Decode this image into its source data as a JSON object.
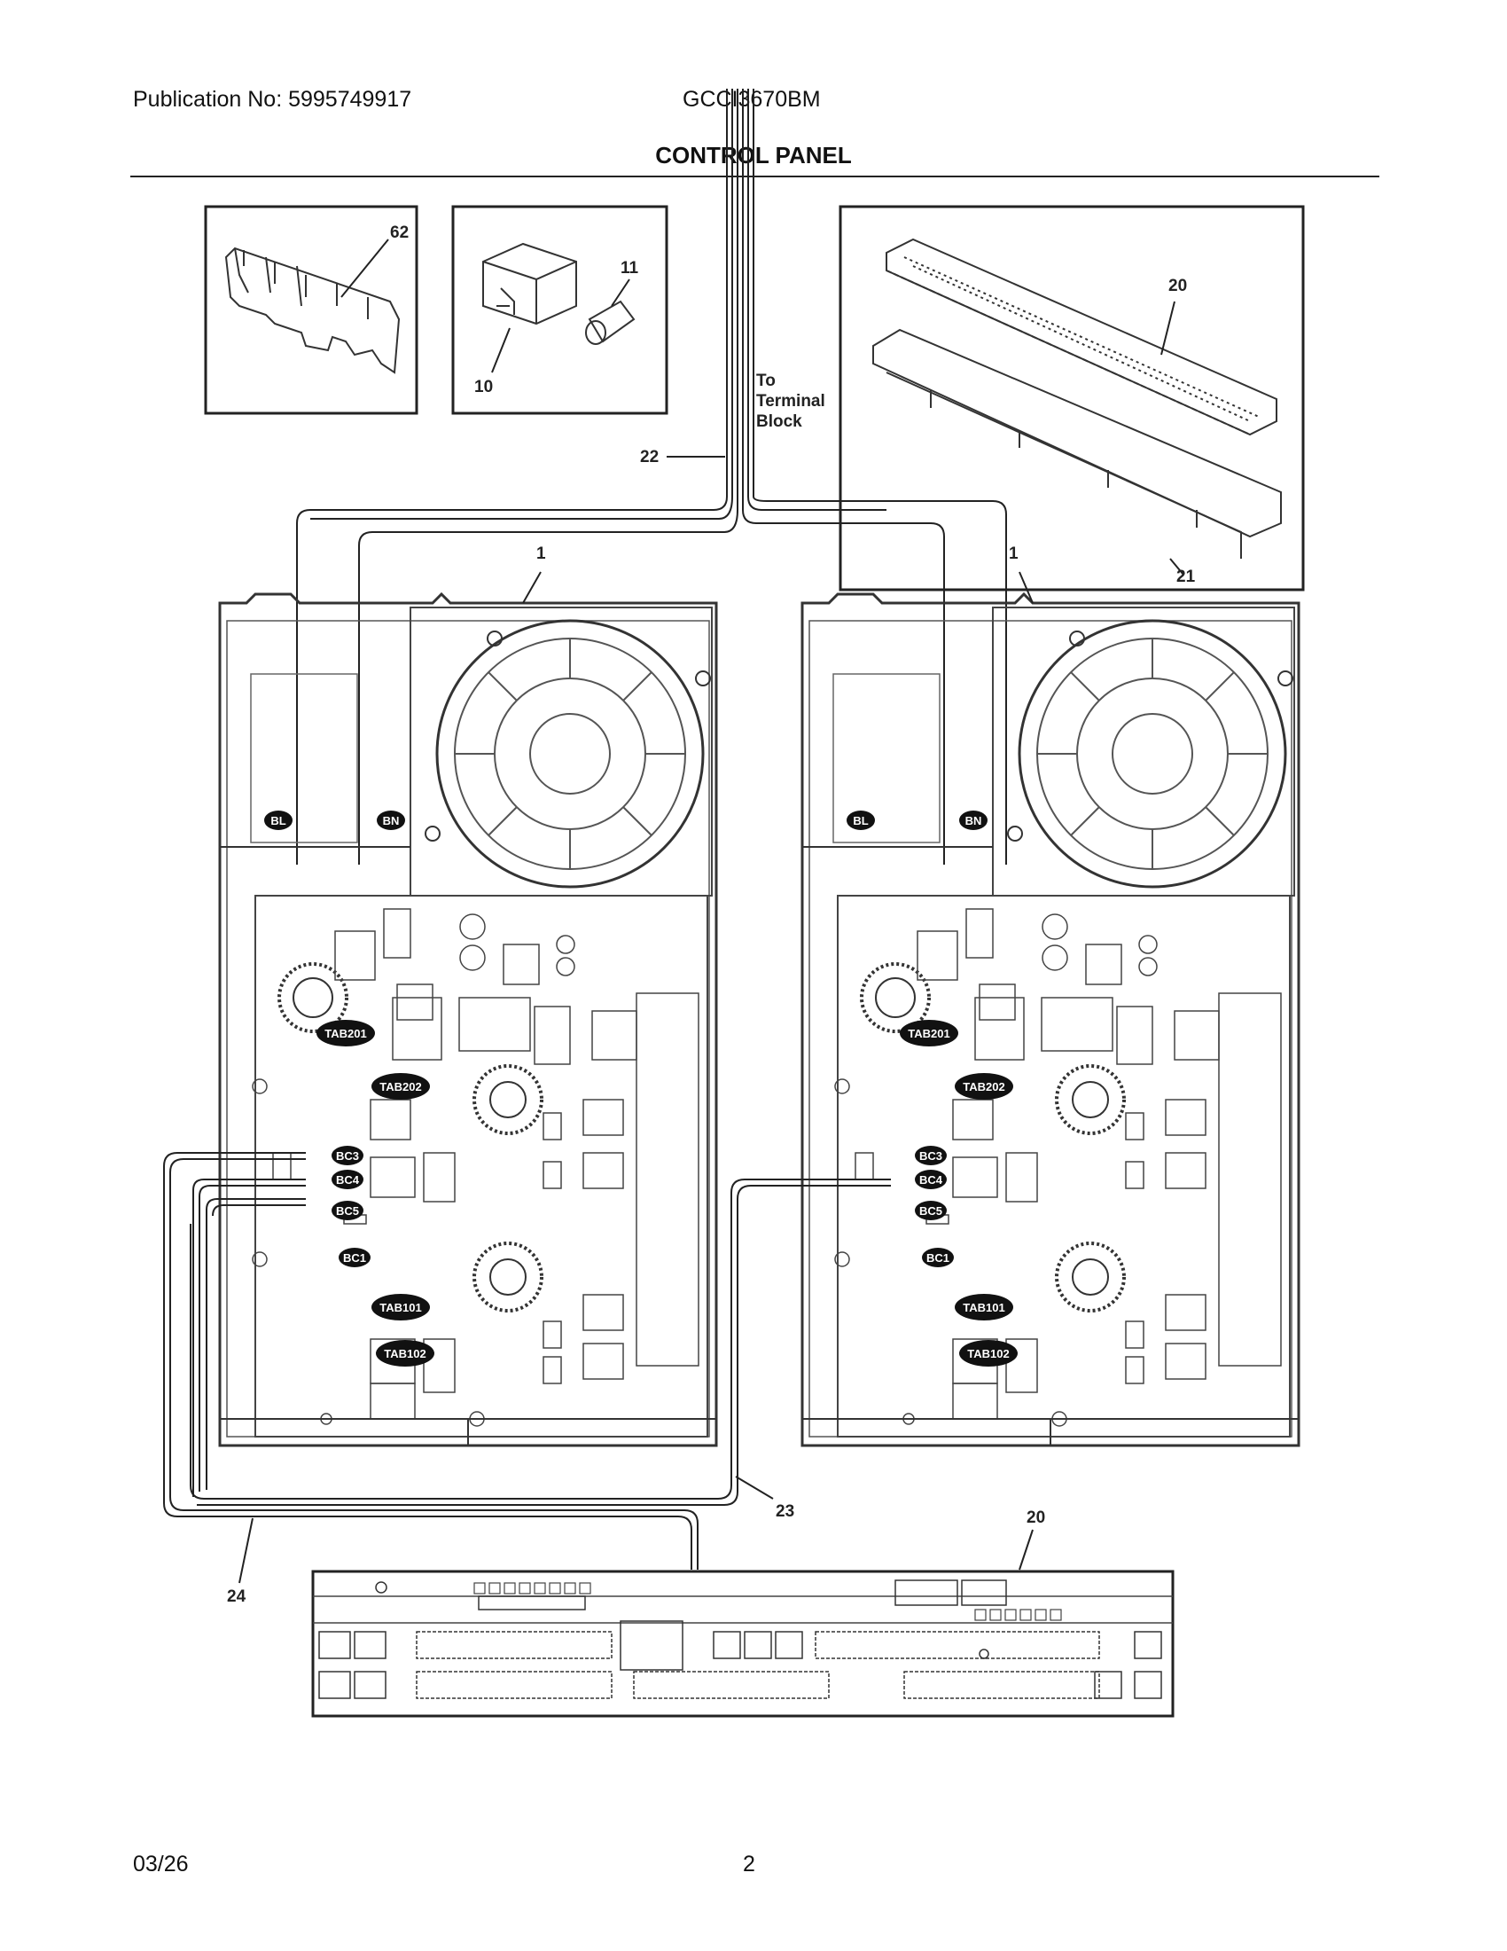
{
  "header": {
    "publication": "Publication No: 5995749917",
    "model": "GCCI3670BM",
    "title": "CONTROL PANEL"
  },
  "footer": {
    "date": "03/26",
    "page": "2"
  },
  "diagram": {
    "part_numbers": {
      "p62": "62",
      "p11": "11",
      "p10": "10",
      "p20_top": "20",
      "p21": "21",
      "p22": "22",
      "p1_left": "1",
      "p1_right": "1",
      "p23": "23",
      "p24": "24",
      "p20_bottom": "20"
    },
    "to_terminal_block": [
      "To",
      "Terminal",
      "Block"
    ],
    "left_board_tags": {
      "bl": "BL",
      "bn": "BN",
      "tab201": "TAB201",
      "tab202": "TAB202",
      "bc3": "BC3",
      "bc4": "BC4",
      "bc5": "BC5",
      "bc1": "BC1",
      "tab101": "TAB101",
      "tab102": "TAB102"
    },
    "right_board_tags": {
      "bl": "BL",
      "bn": "BN",
      "tab201": "TAB201",
      "tab202": "TAB202",
      "bc3": "BC3",
      "bc4": "BC4",
      "bc5": "BC5",
      "bc1": "BC1",
      "tab101": "TAB101",
      "tab102": "TAB102"
    }
  }
}
